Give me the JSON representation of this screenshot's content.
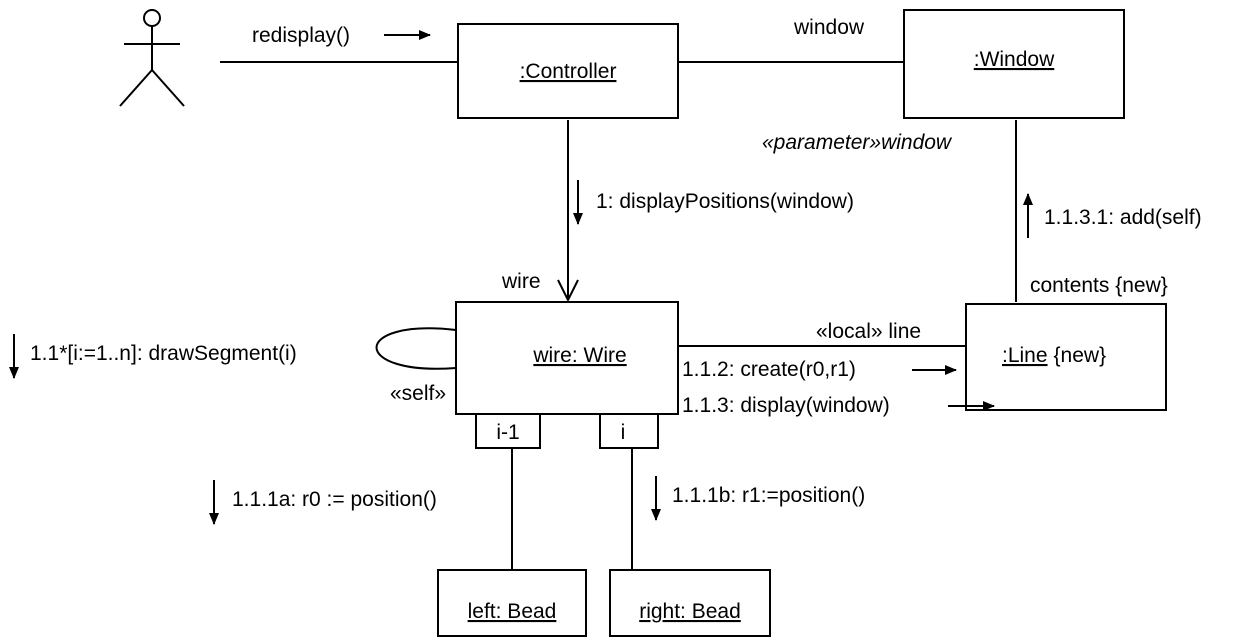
{
  "objects": {
    "controller": ":Controller",
    "window": ":Window",
    "wire": "wire: Wire",
    "line": ":Line",
    "line_suffix": "{new}",
    "left_bead": "left: Bead",
    "right_bead": "right: Bead"
  },
  "qualifiers": {
    "left": "i-1",
    "right": "i"
  },
  "link_labels": {
    "controller_window_role": "window",
    "window_param": "«parameter»window",
    "controller_wire_role": "wire",
    "line_contents": "contents {new}",
    "wire_line_local": "«local» line",
    "self_link": "«self»"
  },
  "messages": {
    "redisplay": "redisplay()",
    "m1": "1: displayPositions(window)",
    "m1_1": "1.1*[i:=1..n]: drawSegment(i)",
    "m1_1_1a": "1.1.1a: r0 := position()",
    "m1_1_1b": "1.1.1b: r1:=position()",
    "m1_1_2": "1.1.2: create(r0,r1)",
    "m1_1_3": "1.1.3: display(window)",
    "m1_1_3_1": "1.1.3.1: add(self)"
  }
}
